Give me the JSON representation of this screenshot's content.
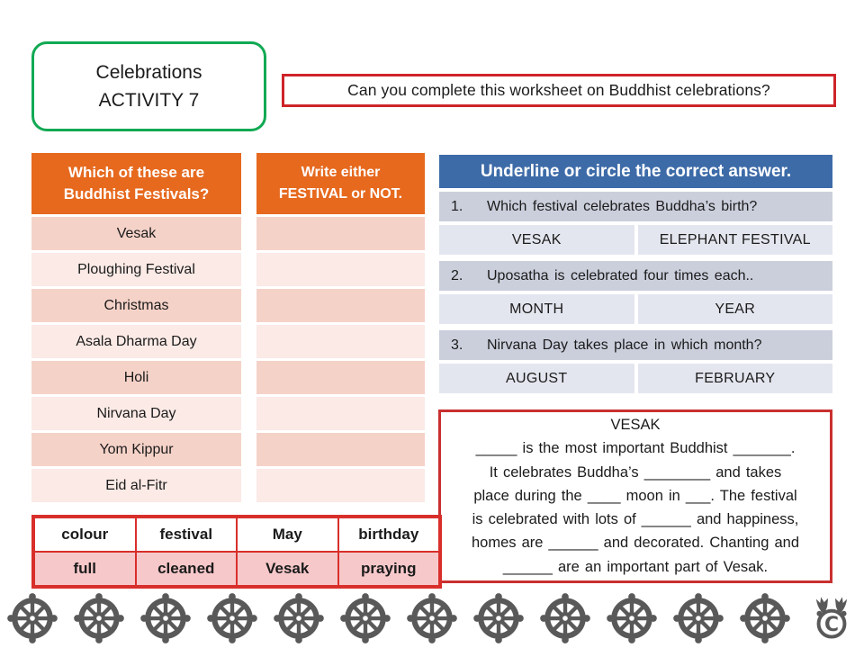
{
  "title_box": {
    "line1": "Celebrations",
    "line2": "ACTIVITY 7"
  },
  "prompt_box": {
    "text": "Can you complete this worksheet on Buddhist celebrations?"
  },
  "festival_table": {
    "header_lines": [
      "Which of these are",
      "Buddhist Festivals?"
    ],
    "items": [
      "Vesak",
      "Ploughing Festival",
      "Christmas",
      "Asala Dharma Day",
      "Holi",
      "Nirvana Day",
      "Yom Kippur",
      "Eid al-Fitr"
    ]
  },
  "write_table": {
    "header_lines": [
      "Write either",
      "FESTIVAL or NOT."
    ],
    "row_count": 8
  },
  "quiz": {
    "header": "Underline or circle the correct answer.",
    "questions": [
      {
        "number": "1.",
        "text": "Which festival celebrates Buddha’s birth?",
        "options": [
          "VESAK",
          "ELEPHANT FESTIVAL"
        ]
      },
      {
        "number": "2.",
        "text": "Uposatha is celebrated four times each..",
        "options": [
          "MONTH",
          "YEAR"
        ]
      },
      {
        "number": "3.",
        "text": "Nirvana Day takes place in which month?",
        "options": [
          "AUGUST",
          "FEBRUARY"
        ]
      }
    ]
  },
  "cloze_box": {
    "title": "VESAK",
    "lines": [
      "_____ is the most important Buddhist _______.",
      "It celebrates Buddha’s ________ and takes",
      "place during the ____ moon in ___. The festival",
      "is celebrated with lots of ______ and happiness,",
      "homes are ______ and decorated. Chanting and",
      "______ are an important part of Vesak."
    ]
  },
  "word_bank": {
    "row1": [
      "colour",
      "festival",
      "May",
      "birthday"
    ],
    "row2": [
      "full",
      "cleaned",
      "Vesak",
      "praying"
    ]
  },
  "footer": {
    "wheel_icon": "dharma-wheel",
    "wheel_count": 12,
    "logo": "moose-copyright-logo"
  },
  "colors": {
    "accent_orange": "#E6691E",
    "accent_blue": "#3D6BA8",
    "title_border_green": "#12A953",
    "box_border_red": "#CE2429",
    "row_pink_dark": "#F5D2C8",
    "row_pink_light": "#FBEAE6",
    "bank_row_pink": "#F7C8CA",
    "quiz_question_bg": "#CBCFDC",
    "quiz_answer_bg": "#E4E6EF",
    "wheel_gray": "#595959"
  }
}
